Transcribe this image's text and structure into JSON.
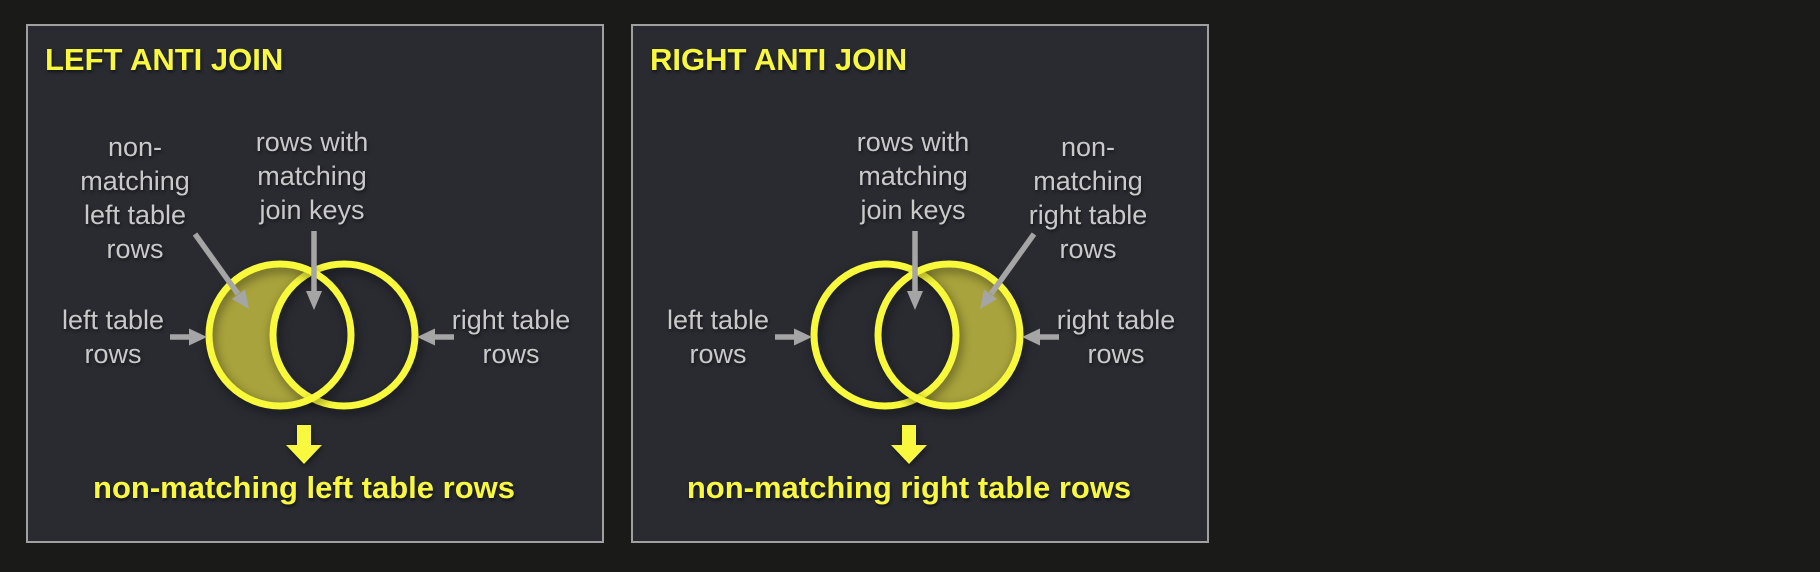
{
  "colors": {
    "background": "#1a1a18",
    "panel_background": "#292b31",
    "panel_border": "#a0a0a0",
    "accent_yellow": "#f8f83e",
    "circle_outline_yellow": "#f9f93b",
    "highlight_fill_olive": "#a8a33c",
    "label_gray": "#c9c9c9",
    "arrow_gray": "#a5a5a5"
  },
  "panels": [
    {
      "title": "LEFT ANTI JOIN",
      "highlighted_side": "left",
      "labels": {
        "non_matching": [
          "non-",
          "matching",
          "left table",
          "rows"
        ],
        "matching_keys": [
          "rows with",
          "matching",
          "join keys"
        ],
        "left_circle": [
          "left table",
          "rows"
        ],
        "right_circle": [
          "right table",
          "rows"
        ]
      },
      "result_caption": "non-matching left table rows"
    },
    {
      "title": "RIGHT ANTI JOIN",
      "highlighted_side": "right",
      "labels": {
        "non_matching": [
          "non-",
          "matching",
          "right table",
          "rows"
        ],
        "matching_keys": [
          "rows with",
          "matching",
          "join keys"
        ],
        "left_circle": [
          "left table",
          "rows"
        ],
        "right_circle": [
          "right table",
          "rows"
        ]
      },
      "result_caption": "non-matching right table rows"
    }
  ]
}
